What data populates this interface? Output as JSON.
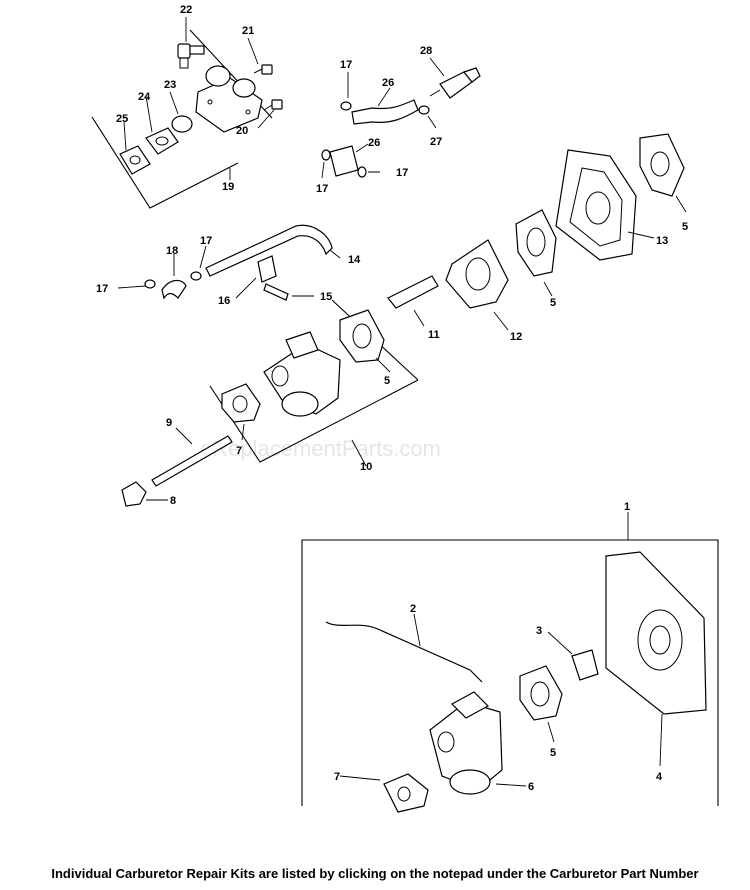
{
  "watermark": "eReplacementParts.com",
  "caption": "Individual Carburetor Repair Kits are listed by clicking on the notepad under the Carburetor Part Number",
  "callouts": {
    "c22": "22",
    "c21": "21",
    "c23": "23",
    "c24": "24",
    "c25": "25",
    "c20": "20",
    "c19": "19",
    "c17a": "17",
    "c28": "28",
    "c26a": "26",
    "c27": "27",
    "c26b": "26",
    "c17b": "17",
    "c17c": "17",
    "c5a": "5",
    "c13": "13",
    "c18": "18",
    "c17d": "17",
    "c17e": "17",
    "c14": "14",
    "c16": "16",
    "c15": "15",
    "c11": "11",
    "c12": "12",
    "c5b": "5",
    "c5c": "5",
    "c7a": "7",
    "c10": "10",
    "c9": "9",
    "c8": "8",
    "c1": "1",
    "c2": "2",
    "c3": "3",
    "c5d": "5",
    "c4": "4",
    "c7b": "7",
    "c6": "6"
  }
}
